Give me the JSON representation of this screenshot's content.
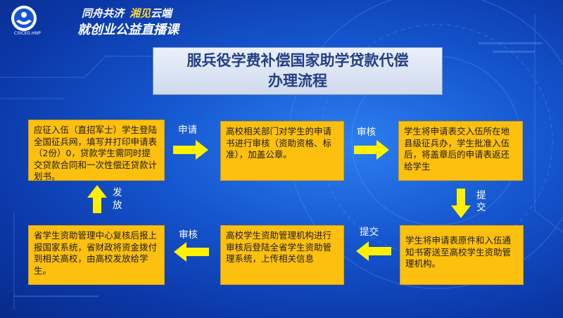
{
  "header": {
    "logo_caption": "CSICEG.HNP",
    "slogan_part1": "同舟共济",
    "slogan_part2": "湘见",
    "slogan_part3": "云端",
    "course_title": "就创业公益直播课"
  },
  "title": {
    "line1": "服兵役学费补偿国家助学贷款代偿",
    "line2": "办理流程"
  },
  "steps": [
    {
      "text": "应征入伍（直招军士）学生登陆全国征兵网，填写并打印申请表（2份）0，贷款学生需同时提交贷款合同和一次性偿还贷款计划书。"
    },
    {
      "text": "高校相关部门对学生的申请书进行审核（资助资格、标准），加盖公章。"
    },
    {
      "text": "学生将申请表交入伍所在地县级征兵办，学生批准入伍后，将盖章后的申请表返还给学生"
    },
    {
      "text": "学生将申请表原件和入伍通知书寄送至高校学生资助管理机构。"
    },
    {
      "text": "高校学生资助管理机构进行审核后登陆全省学生资助管理系统，上传相关信息"
    },
    {
      "text": "省学生资助管理中心复核后报上报国家系统，省财政将资金拨付到相关高校，由高校发放给学生。"
    }
  ],
  "labels": {
    "apply": "申请",
    "review_1": "审核",
    "submit_1": "提",
    "submit_2": "交",
    "submit_h": "提交",
    "review_2": "审核",
    "issue_1": "发",
    "issue_2": "放"
  },
  "colors": {
    "step_fill": "#fec00e",
    "arrow_fill": "#fff000",
    "background": "#1556cf",
    "title_text": "#233e86"
  }
}
